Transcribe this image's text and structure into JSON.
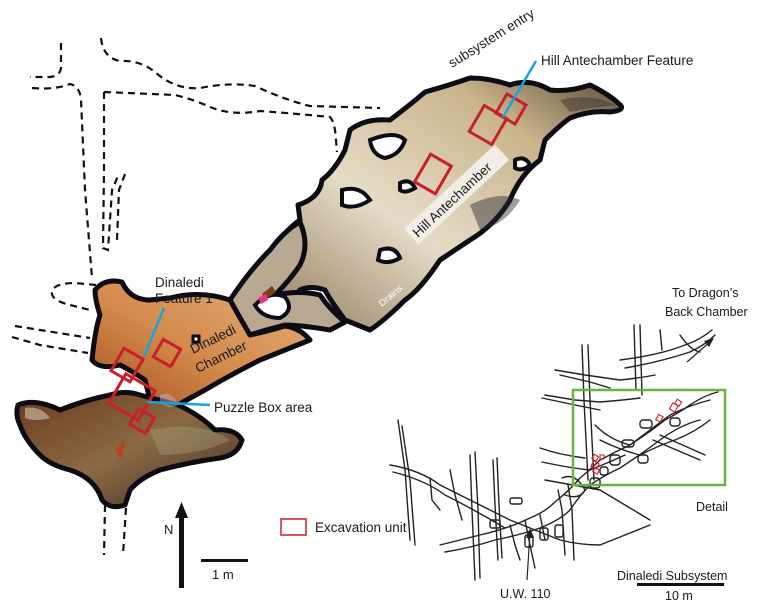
{
  "figure": {
    "main_map": {
      "labels": {
        "subsystem_entry": "subsystem entry",
        "hill_antechamber_feature": "Hill Antechamber Feature",
        "hill_antechamber": "Hill Antechamber",
        "drains": "Drains",
        "dinaledi_feature_1_line1": "Dinaledi",
        "dinaledi_feature_1_line2": "Feature 1",
        "dinaledi_chamber_line1": "Dinaledi",
        "dinaledi_chamber_line2": "Chamber",
        "puzzle_box_area": "Puzzle Box area"
      },
      "north_arrow": {
        "label": "N"
      },
      "scale_bar": {
        "label": "1 m"
      },
      "legend": {
        "symbol": "red-outline-rectangle",
        "label": "Excavation unit",
        "color": "#c8202b"
      },
      "colors": {
        "leader_line": "#1aa3d9",
        "excavation_unit": "#c8202b",
        "cave_outline": "#0d0b14",
        "dinaledi_floor": "#c8763a",
        "antechamber_floor": "#d9cdb3"
      }
    },
    "inset_map": {
      "labels": {
        "to_dragons_back_line1": "To Dragon’s",
        "to_dragons_back_line2": "Back Chamber",
        "detail": "Detail",
        "uw110": "U.W. 110",
        "title": "Dinaledi Subsystem"
      },
      "scale_bar": {
        "label": "10 m"
      },
      "colors": {
        "detail_box": "#6db33f",
        "outline": "#222222",
        "units": "#d0202e"
      }
    }
  }
}
